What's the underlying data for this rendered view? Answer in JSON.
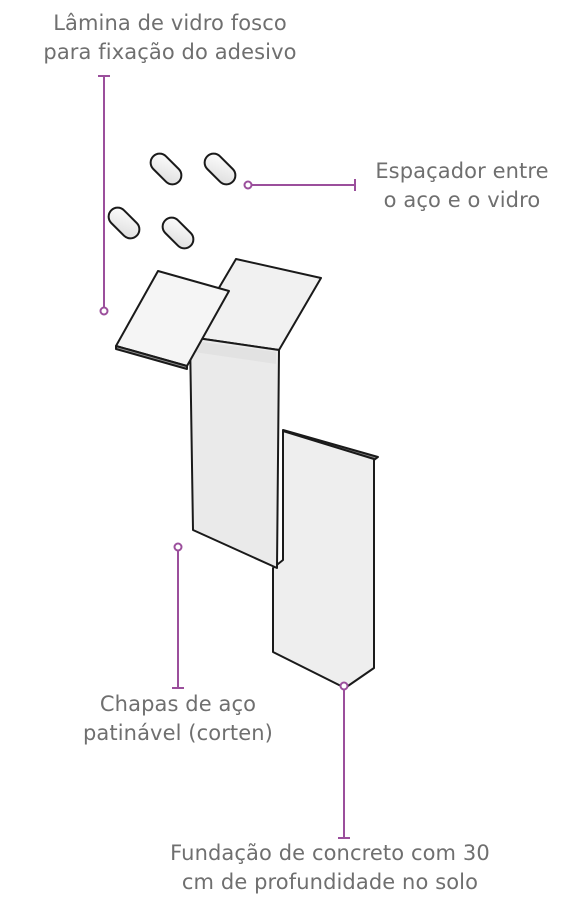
{
  "labels": {
    "glass": {
      "line1": "Lâmina de vidro fosco",
      "line2": "para fixação do adesivo"
    },
    "spacer": {
      "line1": "Espaçador entre",
      "line2": "o aço e o vidro"
    },
    "steel": {
      "line1": "Chapas de aço",
      "line2": "patinável (corten)"
    },
    "foundation": {
      "line1": "Fundação de concreto com 30",
      "line2": "cm de profundidade no solo"
    }
  },
  "colors": {
    "leader": "#9b4f9c",
    "text": "#6f6f6f",
    "outline": "#1a1a1a",
    "face_light": "#f2f2f2",
    "face_mid": "#e7e7e7",
    "face_dark": "#8a8a8a"
  }
}
